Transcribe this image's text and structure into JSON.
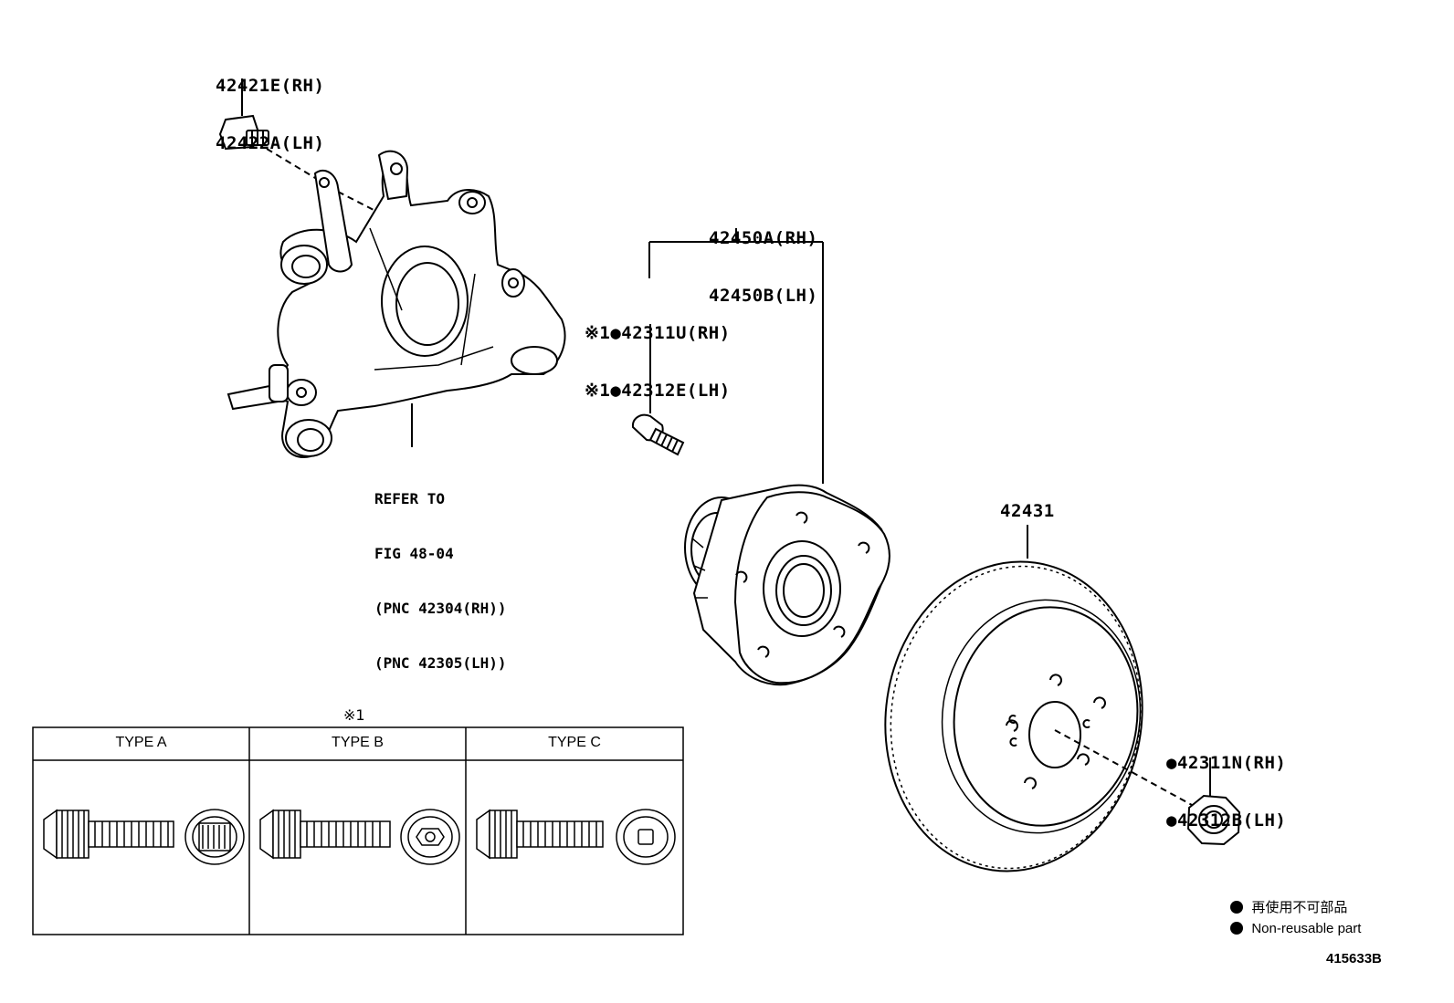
{
  "bolt_top": {
    "line1": "42421E(RH)",
    "line2": "42422A(LH)"
  },
  "knuckle_ref": {
    "line1": "REFER TO",
    "line2": "FIG 48-04",
    "line3": "(PNC 42304(RH))",
    "line4": "(PNC 42305(LH))"
  },
  "hub": {
    "line1": "42450A(RH)",
    "line2": "42450B(LH)"
  },
  "hub_bolt": {
    "line1": "※1●42311U(RH)",
    "line2": "※1●42312E(LH)"
  },
  "disc": {
    "label": "42431"
  },
  "nut": {
    "line1": "●42311N(RH)",
    "line2": "●42312B(LH)"
  },
  "types_table": {
    "note": "※1",
    "headers": [
      "TYPE A",
      "TYPE B",
      "TYPE C"
    ]
  },
  "legend": {
    "jp": "再使用不可部品",
    "en": "Non-reusable part"
  },
  "figure_id": "415633B",
  "colors": {
    "ink": "#000000",
    "paper": "#ffffff"
  }
}
